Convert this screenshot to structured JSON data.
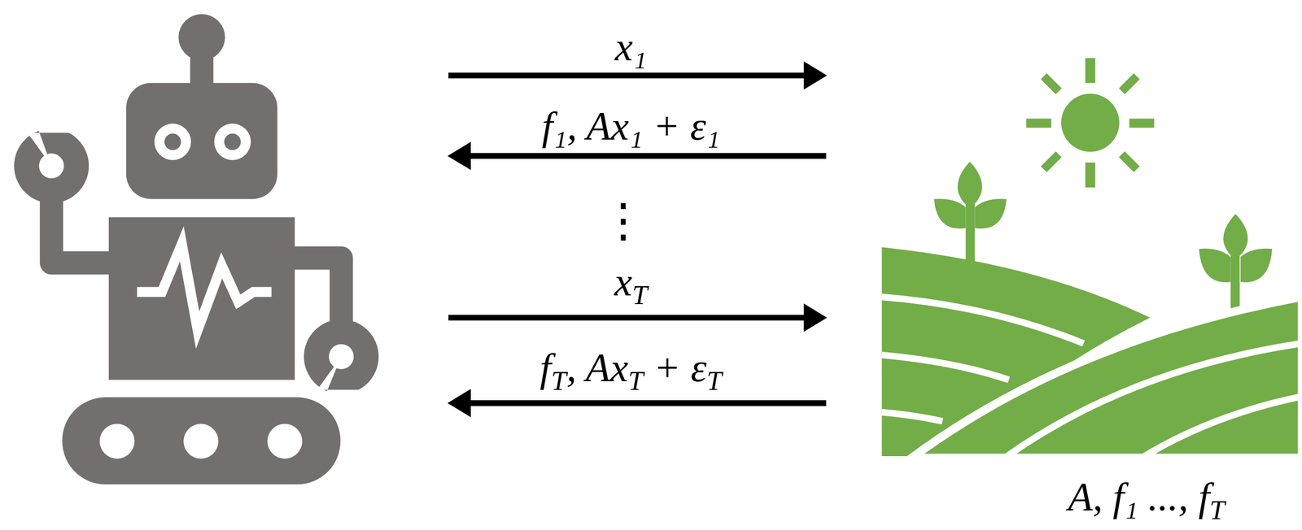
{
  "diagram": {
    "labels": [
      "x₁",
      "f₁, Ax₁ + ε₁",
      "⋮",
      "x",
      "T",
      "f",
      "T",
      ", Ax",
      "T",
      " + ε",
      "T",
      "A, f₁ ..., f",
      "T"
    ]
  }
}
